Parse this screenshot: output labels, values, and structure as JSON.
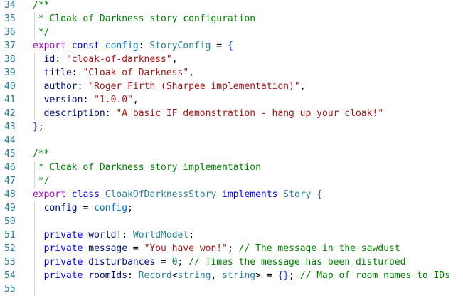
{
  "editor": {
    "lines": [
      {
        "num": "34",
        "tokens": [
          {
            "t": "/**",
            "c": "cmt"
          }
        ]
      },
      {
        "num": "35",
        "tokens": [
          {
            "t": " * Cloak of Darkness story configuration",
            "c": "cmt"
          }
        ]
      },
      {
        "num": "36",
        "tokens": [
          {
            "t": " */",
            "c": "cmt"
          }
        ]
      },
      {
        "num": "37",
        "tokens": [
          {
            "t": "export",
            "c": "kw-exp"
          },
          {
            "t": " ",
            "c": "punc"
          },
          {
            "t": "const",
            "c": "kw"
          },
          {
            "t": " ",
            "c": "punc"
          },
          {
            "t": "config",
            "c": "ident"
          },
          {
            "t": ": ",
            "c": "punc"
          },
          {
            "t": "StoryConfig",
            "c": "type"
          },
          {
            "t": " = ",
            "c": "punc"
          },
          {
            "t": "{",
            "c": "brace"
          }
        ]
      },
      {
        "num": "38",
        "tokens": [
          {
            "t": "  id",
            "c": "prop"
          },
          {
            "t": ": ",
            "c": "punc"
          },
          {
            "t": "\"cloak-of-darkness\"",
            "c": "str"
          },
          {
            "t": ",",
            "c": "punc"
          }
        ]
      },
      {
        "num": "39",
        "tokens": [
          {
            "t": "  title",
            "c": "prop"
          },
          {
            "t": ": ",
            "c": "punc"
          },
          {
            "t": "\"Cloak of Darkness\"",
            "c": "str"
          },
          {
            "t": ",",
            "c": "punc"
          }
        ]
      },
      {
        "num": "40",
        "tokens": [
          {
            "t": "  author",
            "c": "prop"
          },
          {
            "t": ": ",
            "c": "punc"
          },
          {
            "t": "\"Roger Firth (Sharpee implementation)\"",
            "c": "str"
          },
          {
            "t": ",",
            "c": "punc"
          }
        ]
      },
      {
        "num": "41",
        "tokens": [
          {
            "t": "  version",
            "c": "prop"
          },
          {
            "t": ": ",
            "c": "punc"
          },
          {
            "t": "\"1.0.0\"",
            "c": "str"
          },
          {
            "t": ",",
            "c": "punc"
          }
        ]
      },
      {
        "num": "42",
        "tokens": [
          {
            "t": "  description",
            "c": "prop"
          },
          {
            "t": ": ",
            "c": "punc"
          },
          {
            "t": "\"A basic IF demonstration - hang up your cloak!\"",
            "c": "str"
          }
        ]
      },
      {
        "num": "43",
        "tokens": [
          {
            "t": "}",
            "c": "brace"
          },
          {
            "t": ";",
            "c": "punc"
          }
        ]
      },
      {
        "num": "44",
        "tokens": []
      },
      {
        "num": "45",
        "tokens": [
          {
            "t": "/**",
            "c": "cmt"
          }
        ]
      },
      {
        "num": "46",
        "tokens": [
          {
            "t": " * Cloak of Darkness story implementation",
            "c": "cmt"
          }
        ]
      },
      {
        "num": "47",
        "tokens": [
          {
            "t": " */",
            "c": "cmt"
          }
        ]
      },
      {
        "num": "48",
        "tokens": [
          {
            "t": "export",
            "c": "kw-exp"
          },
          {
            "t": " ",
            "c": "punc"
          },
          {
            "t": "class",
            "c": "kw"
          },
          {
            "t": " ",
            "c": "punc"
          },
          {
            "t": "CloakOfDarknessStory",
            "c": "type"
          },
          {
            "t": " ",
            "c": "punc"
          },
          {
            "t": "implements",
            "c": "kw"
          },
          {
            "t": " ",
            "c": "punc"
          },
          {
            "t": "Story",
            "c": "type"
          },
          {
            "t": " ",
            "c": "punc"
          },
          {
            "t": "{",
            "c": "brace"
          }
        ]
      },
      {
        "num": "49",
        "tokens": [
          {
            "t": "  config",
            "c": "prop"
          },
          {
            "t": " = ",
            "c": "punc"
          },
          {
            "t": "config",
            "c": "ident"
          },
          {
            "t": ";",
            "c": "punc"
          }
        ]
      },
      {
        "num": "50",
        "tokens": []
      },
      {
        "num": "51",
        "tokens": [
          {
            "t": "  private",
            "c": "kw"
          },
          {
            "t": " ",
            "c": "punc"
          },
          {
            "t": "world",
            "c": "prop"
          },
          {
            "t": "!: ",
            "c": "punc"
          },
          {
            "t": "WorldModel",
            "c": "type"
          },
          {
            "t": ";",
            "c": "punc"
          }
        ]
      },
      {
        "num": "52",
        "tokens": [
          {
            "t": "  private",
            "c": "kw"
          },
          {
            "t": " ",
            "c": "punc"
          },
          {
            "t": "message",
            "c": "prop"
          },
          {
            "t": " = ",
            "c": "punc"
          },
          {
            "t": "\"You have won!\"",
            "c": "str"
          },
          {
            "t": "; ",
            "c": "punc"
          },
          {
            "t": "// The message in the sawdust",
            "c": "cmt"
          }
        ]
      },
      {
        "num": "53",
        "tokens": [
          {
            "t": "  private",
            "c": "kw"
          },
          {
            "t": " ",
            "c": "punc"
          },
          {
            "t": "disturbances",
            "c": "prop"
          },
          {
            "t": " = ",
            "c": "punc"
          },
          {
            "t": "0",
            "c": "num"
          },
          {
            "t": "; ",
            "c": "punc"
          },
          {
            "t": "// Times the message has been disturbed",
            "c": "cmt"
          }
        ]
      },
      {
        "num": "54",
        "tokens": [
          {
            "t": "  private",
            "c": "kw"
          },
          {
            "t": " ",
            "c": "punc"
          },
          {
            "t": "roomIds",
            "c": "prop"
          },
          {
            "t": ": ",
            "c": "punc"
          },
          {
            "t": "Record",
            "c": "type"
          },
          {
            "t": "<",
            "c": "punc"
          },
          {
            "t": "string",
            "c": "type"
          },
          {
            "t": ", ",
            "c": "punc"
          },
          {
            "t": "string",
            "c": "type"
          },
          {
            "t": "> = ",
            "c": "punc"
          },
          {
            "t": "{}",
            "c": "brace"
          },
          {
            "t": "; ",
            "c": "punc"
          },
          {
            "t": "// Map of room names to IDs",
            "c": "cmt"
          }
        ]
      },
      {
        "num": "55",
        "tokens": []
      }
    ],
    "guides": {
      "level1_lines": [
        "35",
        "36",
        "38",
        "39",
        "40",
        "41",
        "42",
        "46",
        "47",
        "49",
        "50",
        "51",
        "52",
        "53",
        "54",
        "55"
      ],
      "level2_lines": []
    }
  }
}
